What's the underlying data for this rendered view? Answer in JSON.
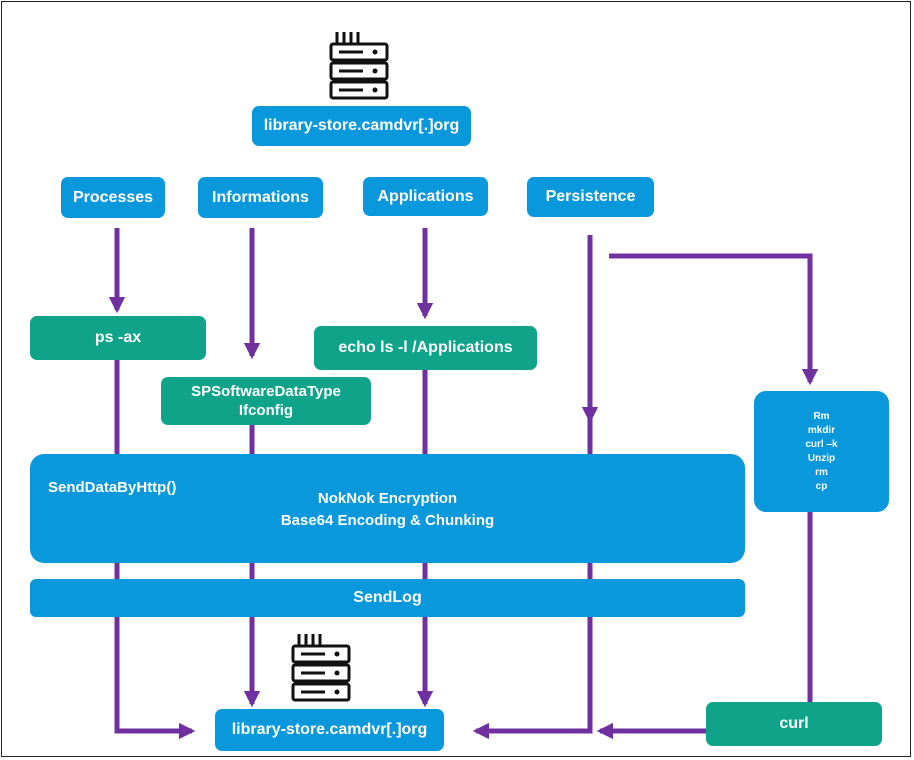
{
  "top_server": {
    "label": "library-store.camdvr[.]org",
    "icon": "server-icon"
  },
  "bottom_server": {
    "label": "library-store.camdvr[.]org",
    "icon": "server-icon"
  },
  "categories": {
    "processes": "Processes",
    "informations": "Informations",
    "applications": "Applications",
    "persistence": "Persistence"
  },
  "commands": {
    "ps": "ps -ax",
    "sw_line1": "SPSoftwareDataType",
    "sw_line2": "Ifconfig",
    "apps": "echo ls -l /Applications"
  },
  "persistence_cmds": [
    "Rm",
    "mkdir",
    "curl –k",
    "Unzip",
    "rm",
    "cp"
  ],
  "send_block": {
    "function": "SendDataByHttp()",
    "line1": "NokNok Encryption",
    "line2": "Base64 Encoding & Chunking"
  },
  "sendlog": "SendLog",
  "curl": "curl",
  "colors": {
    "blue": "#0a98dd",
    "teal": "#0fa48a",
    "arrow": "#7030a0"
  }
}
